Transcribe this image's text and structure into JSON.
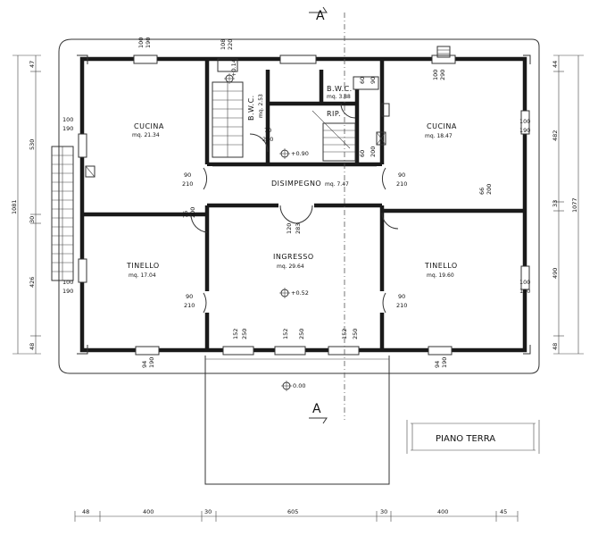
{
  "title": "PIANO TERRA",
  "section_mark": "A",
  "rooms": [
    {
      "key": "cucina_left",
      "name": "CUCINA",
      "area": "mq. 21.34"
    },
    {
      "key": "cucina_right",
      "name": "CUCINA",
      "area": "mq. 18.47"
    },
    {
      "key": "bwc_left",
      "name": "B.W.C.",
      "area": "mq. 2.53"
    },
    {
      "key": "bwc_right",
      "name": "B.W.C.",
      "area": "mq. 3.88"
    },
    {
      "key": "rip",
      "name": "RIP.",
      "area": ""
    },
    {
      "key": "disimpegno",
      "name": "DISIMPEGNO",
      "area": "mq. 7.47"
    },
    {
      "key": "ingresso",
      "name": "INGRESSO",
      "area": "mq. 29.64"
    },
    {
      "key": "tinello_left",
      "name": "TINELLO",
      "area": "mq. 17.04"
    },
    {
      "key": "tinello_right",
      "name": "TINELLO",
      "area": "mq. 19.60"
    }
  ],
  "levels": [
    "+0.14",
    "+0.90",
    "+0.52",
    "0.00"
  ],
  "left_dimensions": [
    "47",
    "530",
    "1081",
    "30",
    "426",
    "48"
  ],
  "right_dimensions": [
    "44",
    "482",
    "1077",
    "33",
    "490",
    "48"
  ],
  "bottom_dimensions": [
    "48",
    "400",
    "30",
    "605",
    "30",
    "400",
    "45"
  ],
  "openings": {
    "top_window_left": [
      "100",
      "190"
    ],
    "top_door_bwc": [
      "108",
      "220"
    ],
    "top_window_right": [
      "100",
      "290"
    ],
    "left_window_cucina": [
      "100",
      "190"
    ],
    "right_window_cucina": [
      "100",
      "190"
    ],
    "left_window_tinello": [
      "100",
      "190"
    ],
    "right_window_tinello": [
      "100",
      "190"
    ],
    "bottom_window_left": [
      "94",
      "190"
    ],
    "bottom_window_right": [
      "94",
      "190"
    ],
    "door_cucina_left": [
      "90",
      "210"
    ],
    "door_cucina_right": [
      "90",
      "210"
    ],
    "door_tinello_left": [
      "90",
      "210"
    ],
    "door_tinello_right": [
      "90",
      "210"
    ],
    "door_tinello_left_v": [
      "76",
      "200"
    ],
    "door_cucina_right_v": [
      "66",
      "200"
    ],
    "door_ingresso": [
      "120",
      "283"
    ],
    "door_bwc_left": [
      "70",
      "200"
    ],
    "door_bwc_right_a": [
      "60",
      "90"
    ],
    "door_bwc_right_b": [
      "60",
      "200"
    ],
    "front_opening_a": [
      "152",
      "250"
    ],
    "front_opening_b": [
      "152",
      "250"
    ],
    "front_opening_c": [
      "152",
      "250"
    ]
  }
}
